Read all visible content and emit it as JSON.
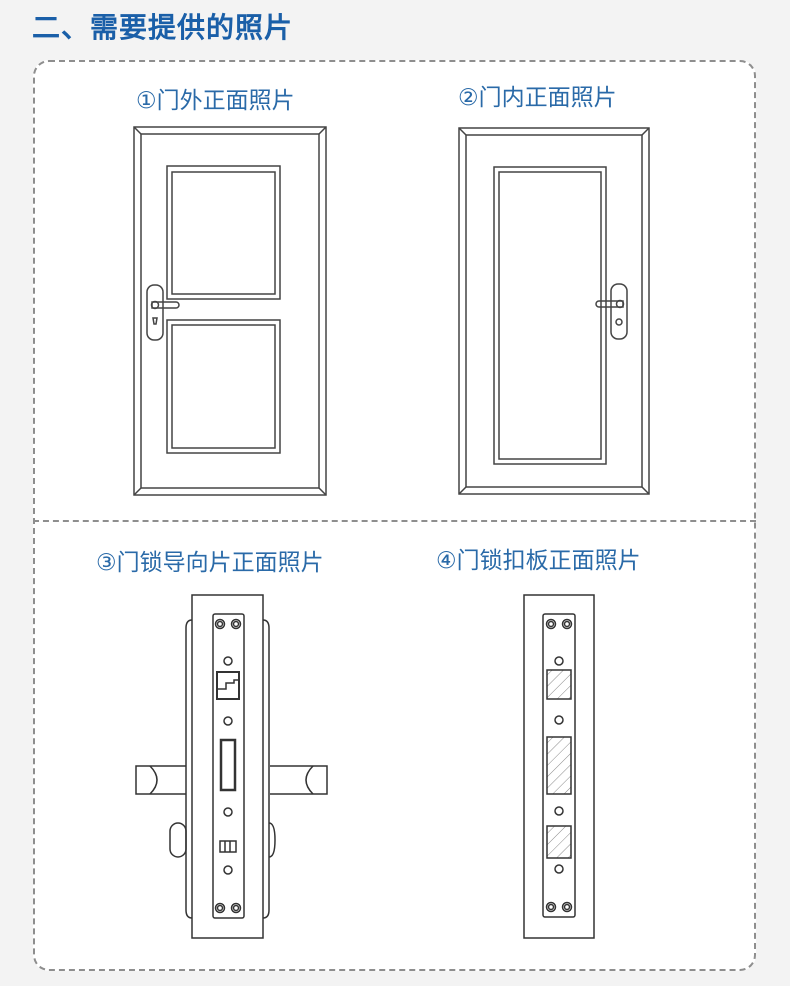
{
  "heading": "二、需要提供的照片",
  "photos": [
    {
      "label": "①门外正面照片",
      "subject": "door-exterior-front"
    },
    {
      "label": "②门内正面照片",
      "subject": "door-interior-front"
    },
    {
      "label": "③门锁导向片正面照片",
      "subject": "lock-guide-plate-front"
    },
    {
      "label": "④门锁扣板正面照片",
      "subject": "lock-strike-plate-front"
    }
  ],
  "colors": {
    "heading": "#1a5fa8",
    "label": "#2a6aa8",
    "border": "#8e8e8e",
    "background": "#f3f3f3"
  }
}
